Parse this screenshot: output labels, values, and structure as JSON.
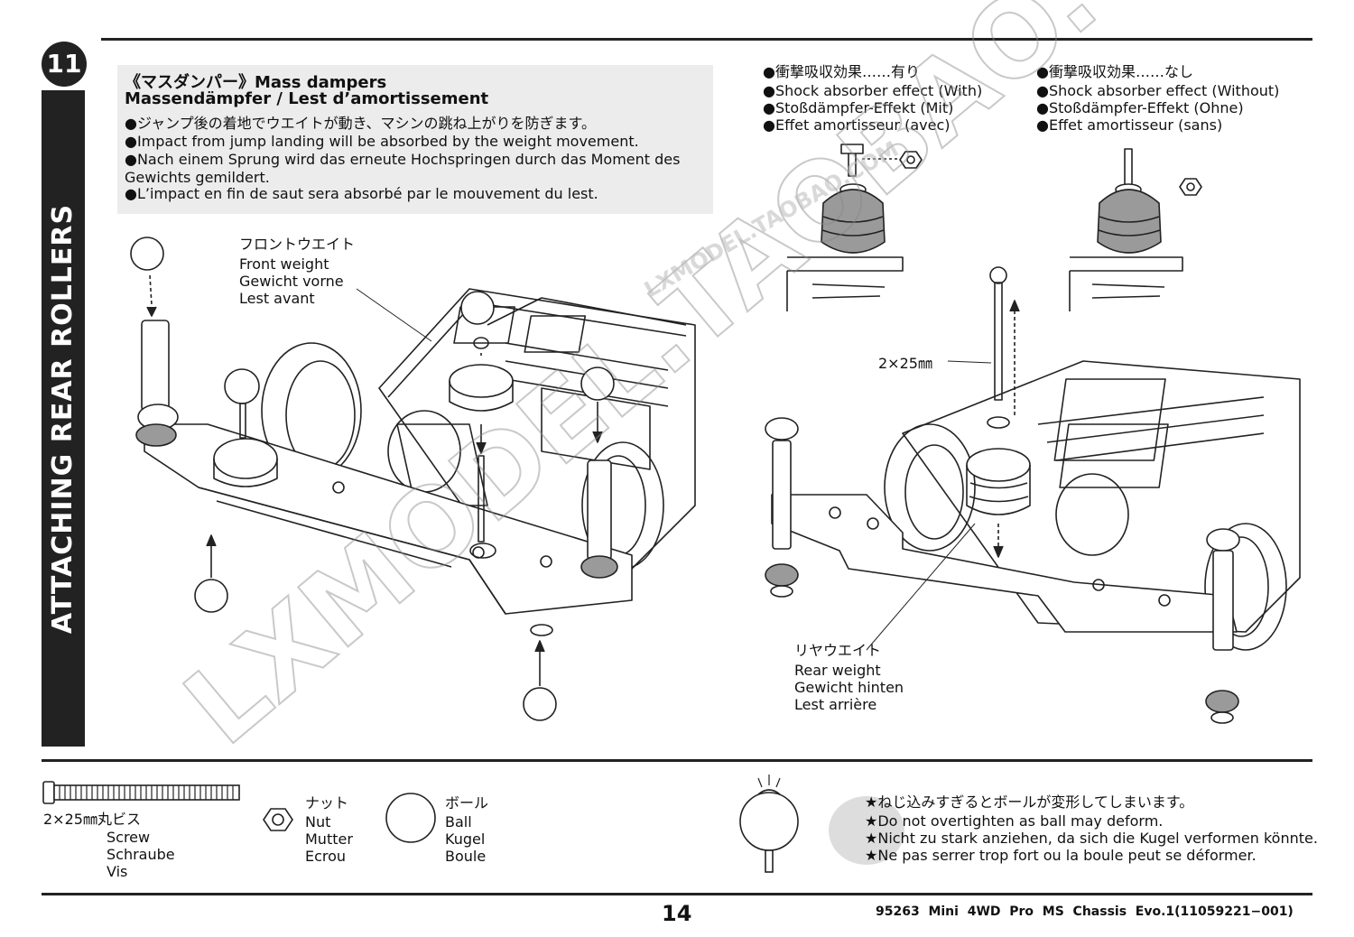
{
  "step": {
    "number": "11",
    "title": "ATTACHING REAR ROLLERS"
  },
  "intro": {
    "heading_line1": "《マスダンパー》Mass dampers",
    "heading_line2": "Massendämpfer / Lest d’amortissement",
    "lines": [
      "●ジャンプ後の着地でウエイトが動き、マシンの跳ね上がりを防ぎます。",
      "●Impact from jump landing will be absorbed by the weight movement.",
      "●Nach einem Sprung wird das erneute Hochspringen durch das Moment des",
      "Gewichts gemildert.",
      "●L’impact en fin de saut sera absorbé par le mouvement du lest."
    ]
  },
  "shock_with": {
    "lines": [
      "●衝撃吸収効果……有り",
      "●Shock absorber effect (With)",
      "●Stoßdämpfer-Effekt (Mit)",
      "●Effet amortisseur (avec)"
    ]
  },
  "shock_without": {
    "lines": [
      "●衝撃吸収効果……なし",
      "●Shock absorber effect (Without)",
      "●Stoßdämpfer-Effekt (Ohne)",
      "●Effet amortisseur (sans)"
    ]
  },
  "front_weight": {
    "lines": [
      "フロントウエイト",
      "Front weight",
      "Gewicht vorne",
      "Lest avant"
    ]
  },
  "rear_weight": {
    "lines": [
      "リヤウエイト",
      "Rear weight",
      "Gewicht hinten",
      "Lest arrière"
    ]
  },
  "screw_callout": "2×25㎜",
  "parts": {
    "screw": {
      "name_jp": "2×25㎜丸ビス",
      "en": "Screw",
      "de": "Schraube",
      "fr": "Vis"
    },
    "nut": {
      "name_jp": "ナット",
      "en": "Nut",
      "de": "Mutter",
      "fr": "Ecrou"
    },
    "ball": {
      "name_jp": "ボール",
      "en": "Ball",
      "de": "Kugel",
      "fr": "Boule"
    }
  },
  "warning": {
    "lines": [
      "★ねじ込みすぎるとボールが変形してしまいます。",
      "★Do not overtighten as ball may deform.",
      "★Nicht zu stark anziehen, da sich die Kugel verformen könnte.",
      "★Ne pas serrer trop fort ou la boule peut se déformer."
    ]
  },
  "footer": {
    "page_number": "14",
    "model": "95263  Mini  4WD  Pro  MS  Chassis  Evo.1(11059221−001)"
  },
  "watermark": {
    "big": "LXMODEL.TAOBAO.COM",
    "small": "LXMODEL.TAOBAO.COM"
  },
  "colors": {
    "ink": "#222222",
    "note_bg": "#ececec",
    "part_shade": "#9a9a9a"
  }
}
